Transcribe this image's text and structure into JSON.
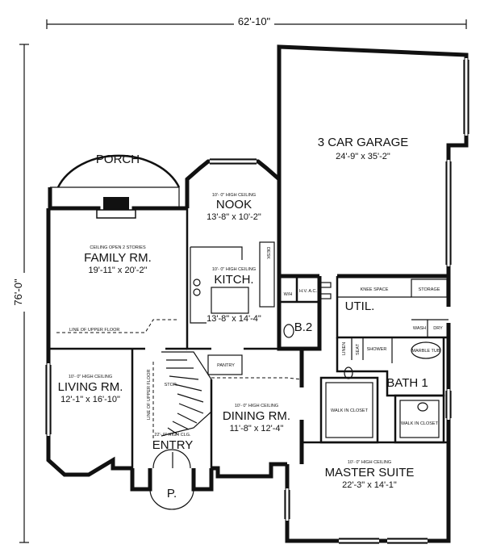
{
  "dimensions": {
    "width": "62'-10\"",
    "depth": "76'-0\""
  },
  "rooms": {
    "garage": {
      "name": "3 CAR GARAGE",
      "size": "24'-9\" x 35'-2\""
    },
    "porch": {
      "name": "PORCH"
    },
    "nook": {
      "ceiling": "10'- 0\" HIGH CEILING",
      "name": "NOOK",
      "size": "13'-8\" x 10'-2\""
    },
    "family": {
      "ceiling": "CEILING OPEN 2 STORIES",
      "name": "FAMILY RM.",
      "size": "19'-11\" x 20'-2\""
    },
    "kitchen": {
      "ceiling": "10'- 0\" HIGH CEILING",
      "name": "KITCH.",
      "size": "13'-8\" x 14'-4\""
    },
    "util": {
      "name": "UTIL.",
      "knee": "KNEE SPACE",
      "storage": "STORAGE",
      "hvac": "H.V. A.C.",
      "wh": "W/H",
      "wash": "WASH",
      "dry": "DRY"
    },
    "b2": {
      "name": "B.2"
    },
    "bath1": {
      "name": "BATH 1",
      "linen": "LINEN",
      "seat": "SEAT",
      "shower": "SHOWER",
      "tub": "MARBLE TUB"
    },
    "living": {
      "ceiling": "10'- 0\" HIGH CEILING",
      "name": "LIVING RM.",
      "size": "12'-1\" x 16'-10\""
    },
    "dining": {
      "ceiling": "10'- 0\" HIGH CEILING",
      "name": "DINING RM.",
      "size": "11'-8\" x 12'-4\""
    },
    "entry": {
      "ceiling": "22'- 0\" HIGH CLG.",
      "name": "ENTRY"
    },
    "master": {
      "ceiling": "10'- 0\" HIGH CEILING",
      "name": "MASTER SUITE",
      "size": "22'-3\" x 14'-1\""
    },
    "closet_a": {
      "name": "WALK IN CLOSET"
    },
    "closet_b": {
      "name": "WALK IN CLOSET"
    },
    "p": {
      "name": "P."
    }
  },
  "notes": {
    "upper_floor": "LINE OF UPPER FLOOR",
    "upper_floor_vertical": "LINE OF UPPER FLOOR",
    "pantry": "PANTRY",
    "stor": "STOR.",
    "desk": "DESK"
  }
}
